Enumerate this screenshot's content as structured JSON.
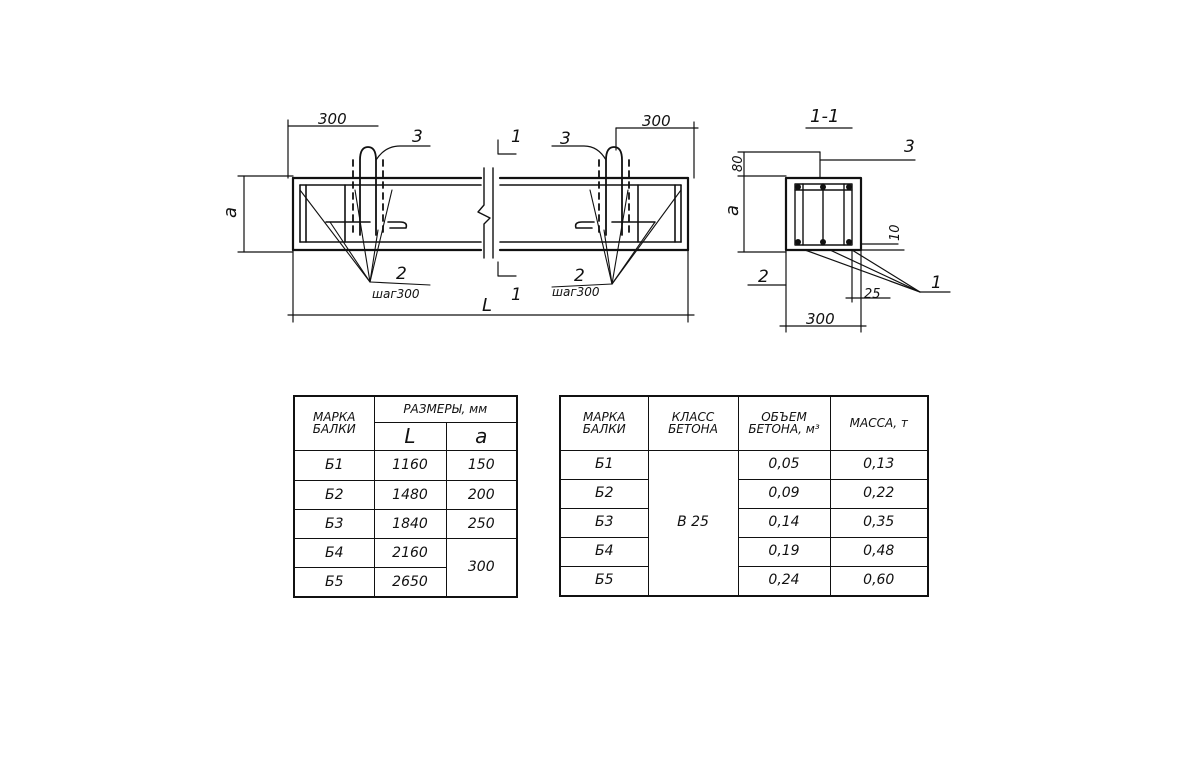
{
  "drawing": {
    "elevation": {
      "dim_left_end": "300",
      "dim_right_end": "300",
      "dim_height": "a",
      "dim_length": "L",
      "callout_3_left": "3",
      "callout_3_right": "3",
      "callout_2_left": "2",
      "callout_2_left_sub": "шаг300",
      "callout_2_right": "2",
      "callout_2_right_sub": "шаг300",
      "section_mark_top": "1",
      "section_mark_bottom": "1"
    },
    "section": {
      "title": "1-1",
      "dim_top": "80",
      "dim_height": "a",
      "dim_cover": "10",
      "dim_bottom_edge": "25",
      "dim_width": "300",
      "callout_3": "3",
      "callout_2": "2",
      "callout_1": "1"
    }
  },
  "table_dims": {
    "header_mark": "МАРКА БАЛКИ",
    "header_sizes": "РАЗМЕРЫ, мм",
    "col_L": "L",
    "col_a": "a",
    "rows": [
      {
        "mark": "Б1",
        "L": "1160",
        "a": "150"
      },
      {
        "mark": "Б2",
        "L": "1480",
        "a": "200"
      },
      {
        "mark": "Б3",
        "L": "1840",
        "a": "250"
      },
      {
        "mark": "Б4",
        "L": "2160",
        "a": "300"
      },
      {
        "mark": "Б5",
        "L": "2650",
        "a": ""
      }
    ]
  },
  "table_props": {
    "header_mark": "МАРКА БАЛКИ",
    "header_class": "КЛАСС БЕТОНА",
    "header_volume": "ОБЪЕМ БЕТОНА, м³",
    "header_mass": "МАССА, т",
    "concrete_class": "В 25",
    "rows": [
      {
        "mark": "Б1",
        "volume": "0,05",
        "mass": "0,13"
      },
      {
        "mark": "Б2",
        "volume": "0,09",
        "mass": "0,22"
      },
      {
        "mark": "Б3",
        "volume": "0,14",
        "mass": "0,35"
      },
      {
        "mark": "Б4",
        "volume": "0,19",
        "mass": "0,48"
      },
      {
        "mark": "Б5",
        "volume": "0,24",
        "mass": "0,60"
      }
    ]
  }
}
